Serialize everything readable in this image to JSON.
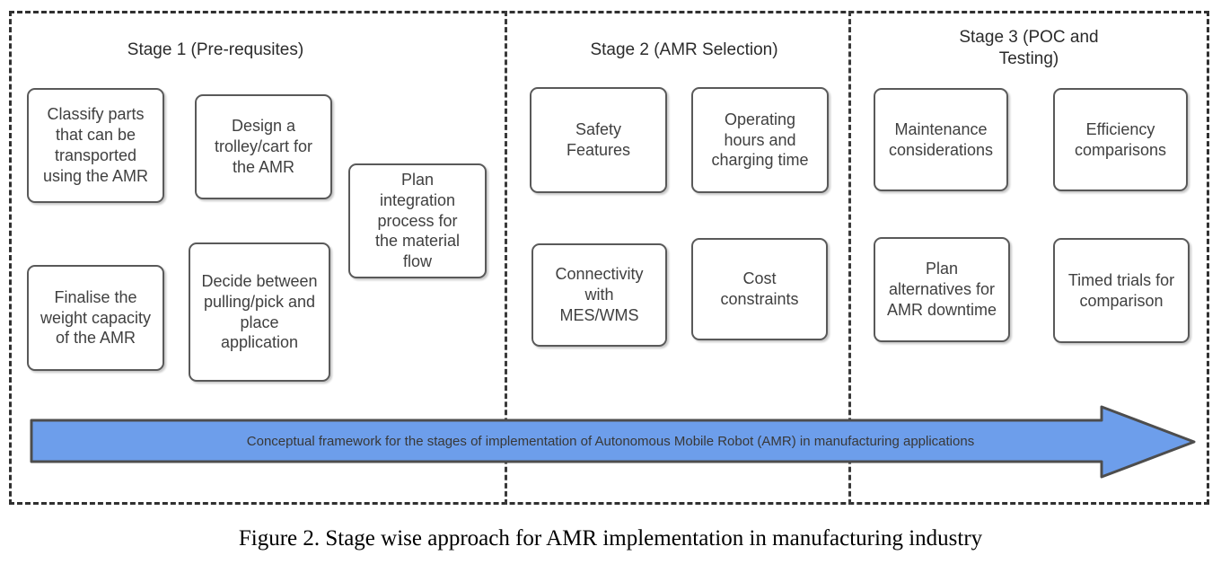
{
  "diagram": {
    "stage1": {
      "title": "Stage 1 (Pre-requsites)",
      "boxes": {
        "classify": "Classify parts that can be transported using the AMR",
        "design": "Design a trolley/cart for the AMR",
        "plan_integration": "Plan integration process for the material flow",
        "finalise": "Finalise the weight capacity of the AMR",
        "decide": "Decide between pulling/pick and place application"
      }
    },
    "stage2": {
      "title": "Stage 2 (AMR Selection)",
      "boxes": {
        "safety": "Safety Features",
        "operating": "Operating hours and charging time",
        "connectivity": "Connectivity with MES/WMS",
        "cost": "Cost constraints"
      }
    },
    "stage3": {
      "title": "Stage 3 (POC and Testing)",
      "boxes": {
        "maintenance": "Maintenance considerations",
        "efficiency": "Efficiency comparisons",
        "plan_alternatives": "Plan alternatives for AMR downtime",
        "timed_trials": "Timed trials for comparison"
      }
    },
    "arrow": {
      "label": "Conceptual framework for the stages of implementation of Autonomous Mobile Robot (AMR) in manufacturing applications"
    },
    "caption": "Figure 2. Stage wise approach for AMR implementation in manufacturing industry"
  },
  "colors": {
    "arrow_fill": "#6D9EEB",
    "arrow_border": "#4D4D4D",
    "box_border": "#595959",
    "dashed_border": "#303030",
    "text": "#404040"
  }
}
